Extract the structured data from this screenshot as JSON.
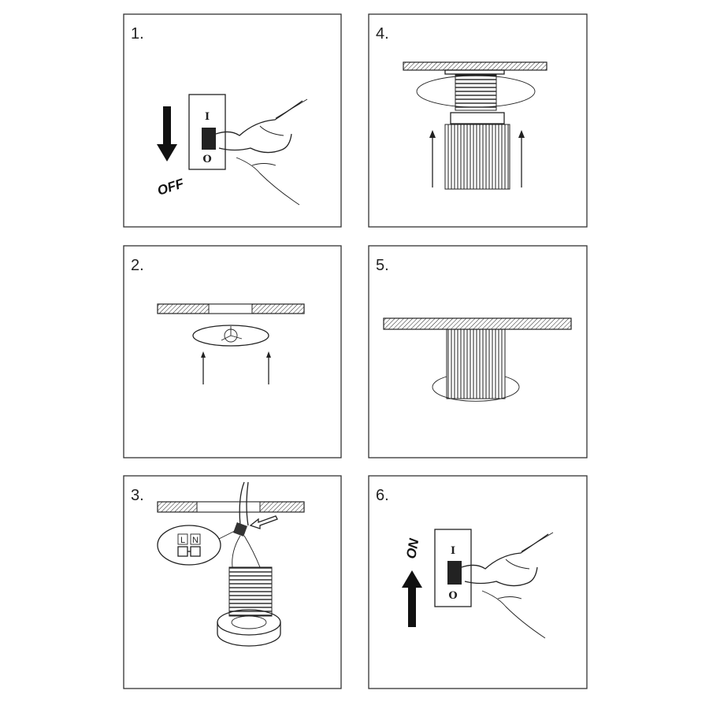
{
  "steps": [
    {
      "number": "1.",
      "label": "OFF",
      "switch_on": "I",
      "switch_off": "O"
    },
    {
      "number": "2."
    },
    {
      "number": "3.",
      "terminal_l": "L",
      "terminal_n": "N"
    },
    {
      "number": "4."
    },
    {
      "number": "5."
    },
    {
      "number": "6.",
      "label": "ON",
      "switch_on": "I",
      "switch_off": "O"
    }
  ]
}
